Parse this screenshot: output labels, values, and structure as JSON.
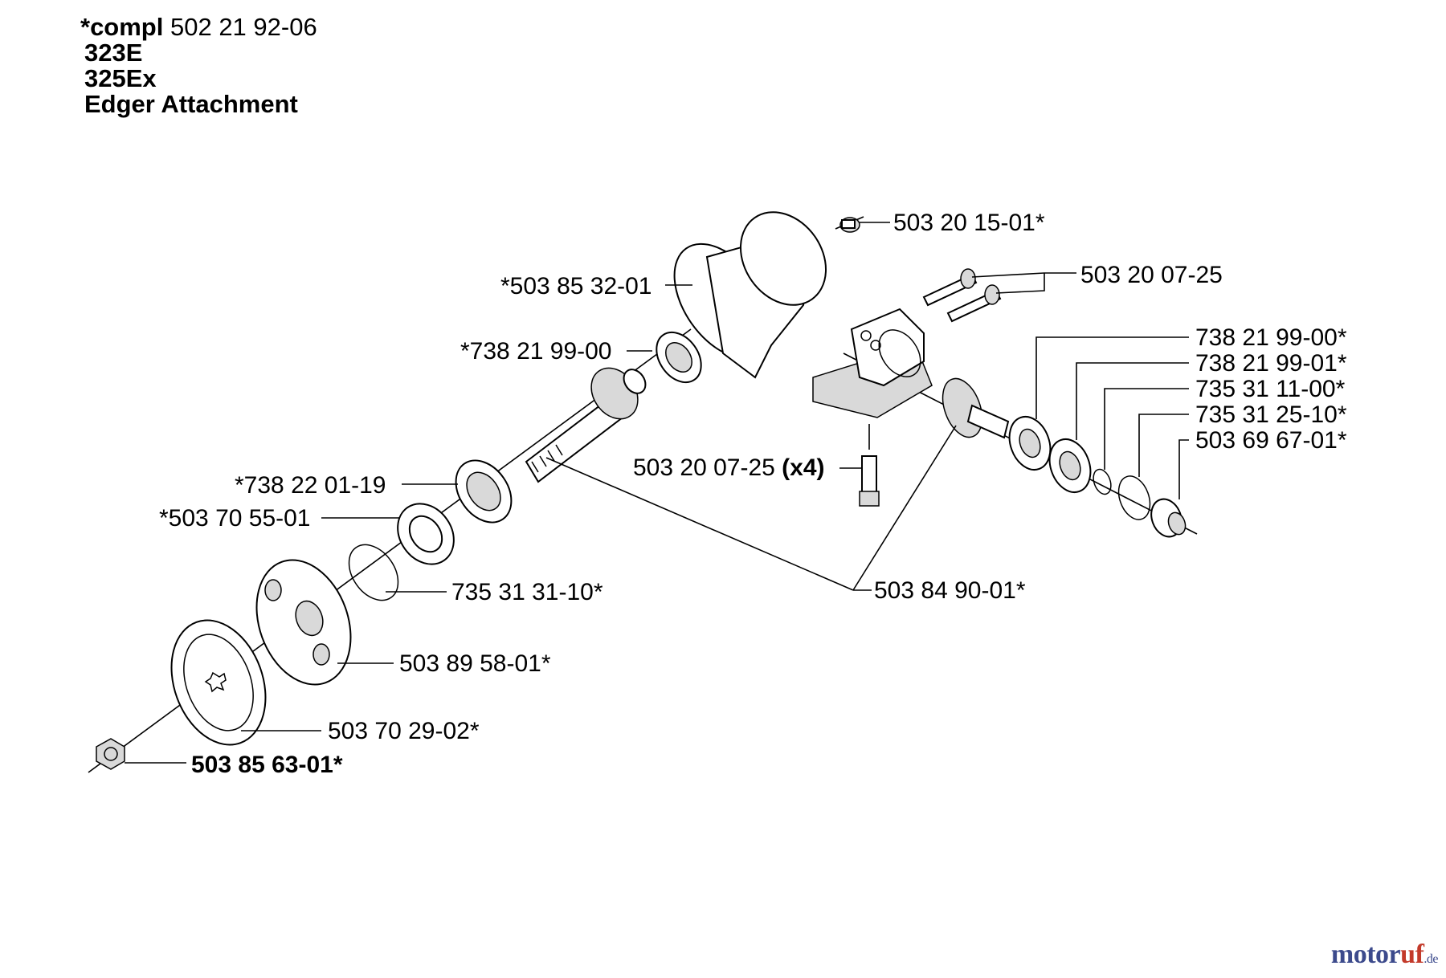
{
  "header": {
    "compl_prefix": "*compl",
    "compl_number": "502 21 92-06",
    "model_1": "323E",
    "model_2": "325Ex",
    "title": "Edger Attachment"
  },
  "callouts": {
    "c01": "503 20 15-01*",
    "c02": "503 20 07-25",
    "c03": "*503 85 32-01",
    "c04": "*738 21 99-00",
    "c05": "738 21 99-00*",
    "c06": "738 21 99-01*",
    "c07": "735 31 11-00*",
    "c08": "735 31 25-10*",
    "c09": "503 69 67-01*",
    "c10": "503 20 07-25",
    "c10_suffix": "(x4)",
    "c11": "*738 22 01-19",
    "c12": "*503 70 55-01",
    "c13": "735 31 31-10*",
    "c14": "503 84 90-01*",
    "c15": "503 89 58-01*",
    "c16": "503 70 29-02*",
    "c17": "503 85 63-01*"
  },
  "watermark": {
    "part_a": "motor",
    "part_b": "uf",
    "part_c": ".de"
  }
}
